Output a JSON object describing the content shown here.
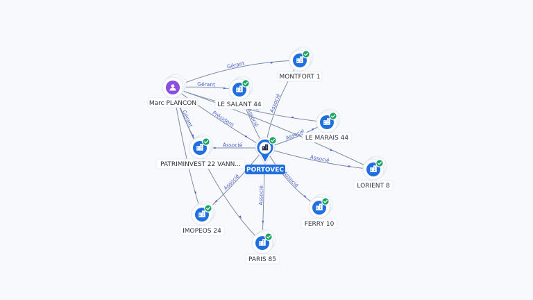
{
  "graph": {
    "center": {
      "id": "portovec",
      "label": "PORTOVEC",
      "icon": "building-icon"
    },
    "nodes": [
      {
        "id": "marc-plancon",
        "label": "Marc PLANCON",
        "kind": "person",
        "icon": "person-icon",
        "verified": false
      },
      {
        "id": "montfort-1",
        "label": "MONTFORT 1",
        "kind": "company",
        "icon": "building-icon",
        "verified": true
      },
      {
        "id": "le-salant-44",
        "label": "LE SALANT 44",
        "kind": "company",
        "icon": "building-icon",
        "verified": true
      },
      {
        "id": "le-marais-44",
        "label": "LE MARAIS 44",
        "kind": "company",
        "icon": "building-icon",
        "verified": true
      },
      {
        "id": "patriminvest",
        "label": "PATRIMINVEST 22 VANN...",
        "kind": "company",
        "icon": "building-icon",
        "verified": true
      },
      {
        "id": "lorient-8",
        "label": "LORIENT 8",
        "kind": "company",
        "icon": "building-icon",
        "verified": true
      },
      {
        "id": "imopeos-24",
        "label": "IMOPEOS 24",
        "kind": "company",
        "icon": "building-icon",
        "verified": true
      },
      {
        "id": "ferry-10",
        "label": "FERRY 10",
        "kind": "company",
        "icon": "building-icon",
        "verified": true
      },
      {
        "id": "paris-85",
        "label": "PARIS 85",
        "kind": "company",
        "icon": "building-icon",
        "verified": true
      }
    ],
    "edges": [
      {
        "id": "e-marc-montfort",
        "from": "marc-plancon",
        "to": "montfort-1",
        "label": "Gérant"
      },
      {
        "id": "e-marc-salant",
        "from": "marc-plancon",
        "to": "le-salant-44",
        "label": "Gérant"
      },
      {
        "id": "e-marc-portovec",
        "from": "marc-plancon",
        "to": "portovec",
        "label": "Président"
      },
      {
        "id": "e-marc-patrim",
        "from": "marc-plancon",
        "to": "patriminvest",
        "label": "Gérant"
      },
      {
        "id": "e-marc-marais",
        "from": "marc-plancon",
        "to": "le-marais-44",
        "label": "Gérant"
      },
      {
        "id": "e-marc-paris",
        "from": "marc-plancon",
        "to": "paris-85",
        "label": ""
      },
      {
        "id": "e-marc-imopeos",
        "from": "marc-plancon",
        "to": "imopeos-24",
        "label": ""
      },
      {
        "id": "e-portovec-montfort",
        "from": "portovec",
        "to": "montfort-1",
        "label": "Associé"
      },
      {
        "id": "e-portovec-salant",
        "from": "portovec",
        "to": "le-salant-44",
        "label": "Associé"
      },
      {
        "id": "e-portovec-marais",
        "from": "portovec",
        "to": "le-marais-44",
        "label": "Associé"
      },
      {
        "id": "e-portovec-patrim",
        "from": "portovec",
        "to": "patriminvest",
        "label": "Associé"
      },
      {
        "id": "e-portovec-lorient",
        "from": "portovec",
        "to": "lorient-8",
        "label": "Associé"
      },
      {
        "id": "e-portovec-ferry",
        "from": "portovec",
        "to": "ferry-10",
        "label": "Associé"
      },
      {
        "id": "e-portovec-paris",
        "from": "portovec",
        "to": "paris-85",
        "label": "Associé"
      },
      {
        "id": "e-portovec-imopeos",
        "from": "portovec",
        "to": "imopeos-24",
        "label": "Associé"
      },
      {
        "id": "e-marc-lorient",
        "from": "marc-plancon",
        "to": "lorient-8",
        "label": ""
      }
    ]
  },
  "colors": {
    "accent": "#1f6fe0",
    "person": "#8b4fe0",
    "verified": "#1aa463",
    "edge": "#7d8ba6",
    "edge_label": "#4f63d2"
  }
}
